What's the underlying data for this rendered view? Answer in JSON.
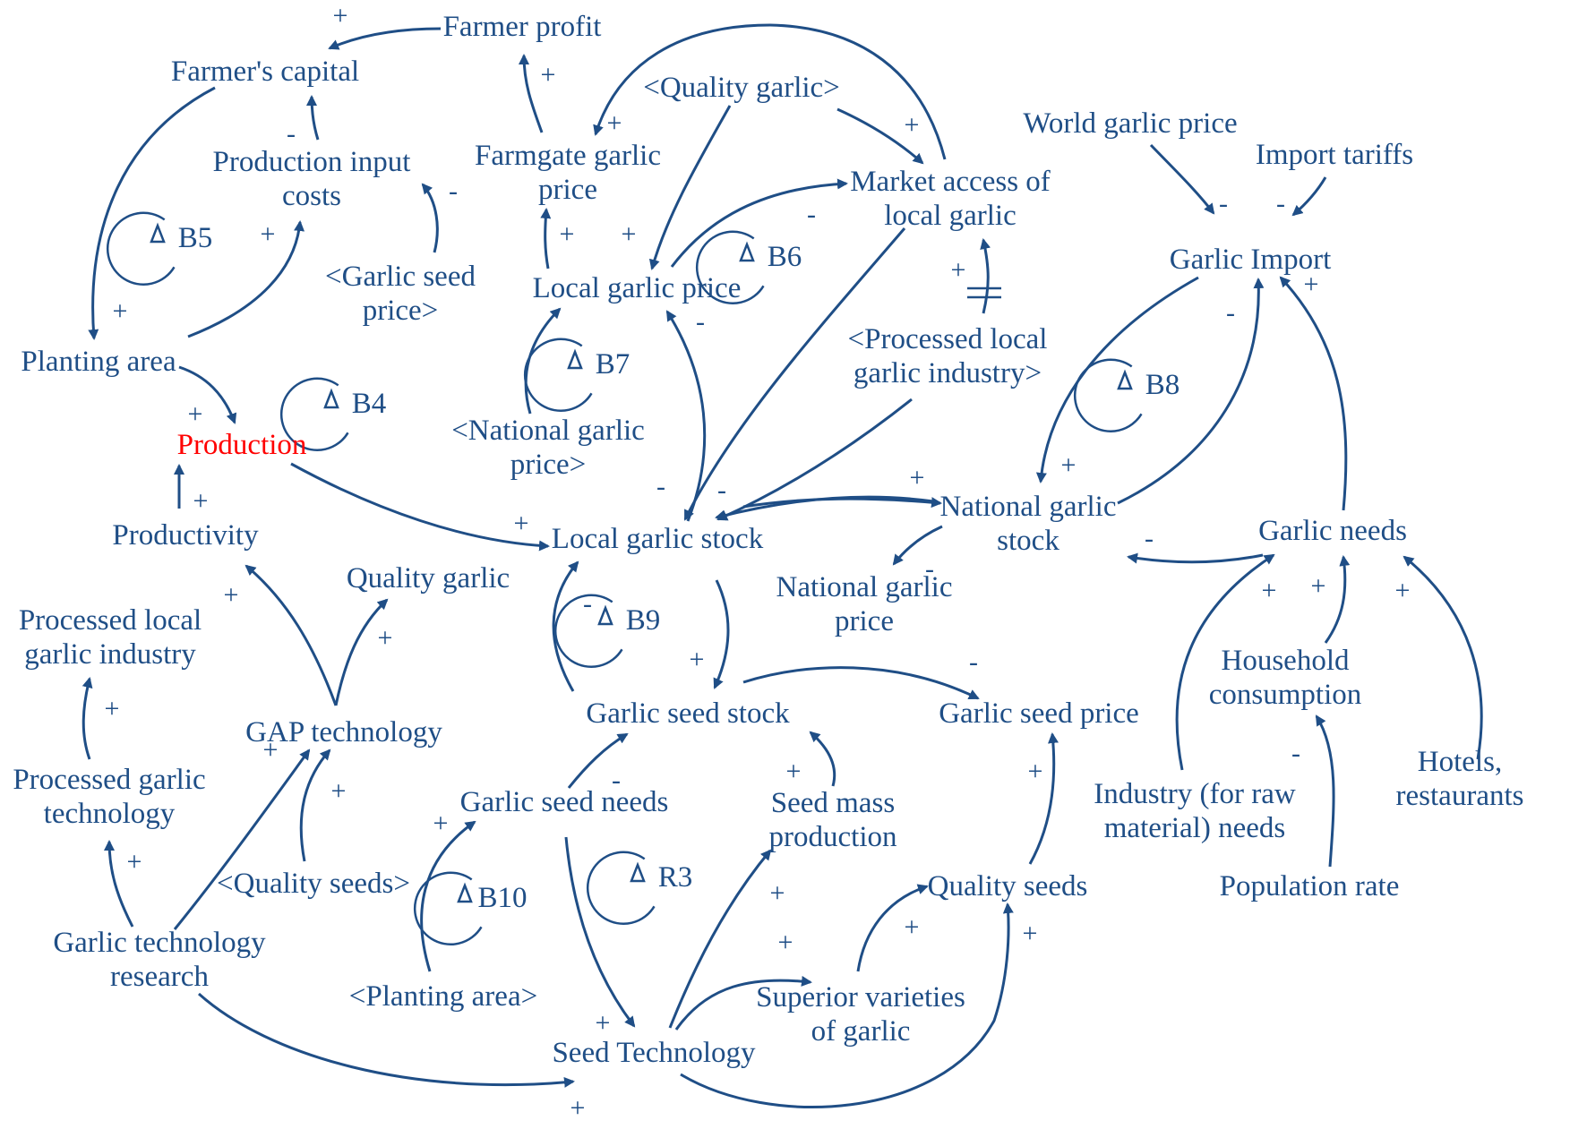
{
  "colors": {
    "line": "#1f4e86",
    "highlight": "#ff0000"
  },
  "nodes": {
    "farmer_profit": "Farmer profit",
    "farmers_capital": "Farmer's capital",
    "production_input_costs": "Production input\ncosts",
    "farmgate_garlic_price": "Farmgate garlic\nprice",
    "quality_garlic_shadow": "<Quality garlic>",
    "market_access": "Market access of\nlocal garlic",
    "world_garlic_price": "World garlic price",
    "import_tariffs": "Import tariffs",
    "garlic_seed_price_shadow": "<Garlic seed\nprice>",
    "local_garlic_price": "Local garlic price",
    "garlic_import": "Garlic Import",
    "processed_industry_shadow": "<Processed local\ngarlic industry>",
    "planting_area": "Planting area",
    "production": "Production",
    "national_garlic_price_shadow": "<National garlic\nprice>",
    "national_garlic_stock": "National garlic\nstock",
    "productivity": "Productivity",
    "local_garlic_stock": "Local garlic stock",
    "garlic_needs": "Garlic needs",
    "quality_garlic": "Quality garlic",
    "national_garlic_price": "National garlic\nprice",
    "processed_local_industry": "Processed local\ngarlic industry",
    "household_consumption": "Household\nconsumption",
    "gap_technology": "GAP technology",
    "garlic_seed_stock": "Garlic seed stock",
    "garlic_seed_price": "Garlic seed price",
    "processed_garlic_technology": "Processed garlic\ntechnology",
    "garlic_seed_needs": "Garlic seed needs",
    "seed_mass_production": "Seed mass\nproduction",
    "industry_needs": "Industry (for raw\nmaterial) needs",
    "hotels_restaurants": "Hotels, restaurants",
    "quality_seeds_shadow": "<Quality seeds>",
    "quality_seeds": "Quality seeds",
    "population_rate": "Population rate",
    "garlic_technology_research": "Garlic technology\nresearch",
    "planting_area_shadow": "<Planting area>",
    "superior_varieties": "Superior varieties\nof garlic",
    "seed_technology": "Seed Technology"
  },
  "loops": [
    "B5",
    "B6",
    "B7",
    "B4",
    "B8",
    "B9",
    "B10",
    "R3"
  ],
  "polarity": {
    "plus": "+",
    "minus": "-"
  }
}
